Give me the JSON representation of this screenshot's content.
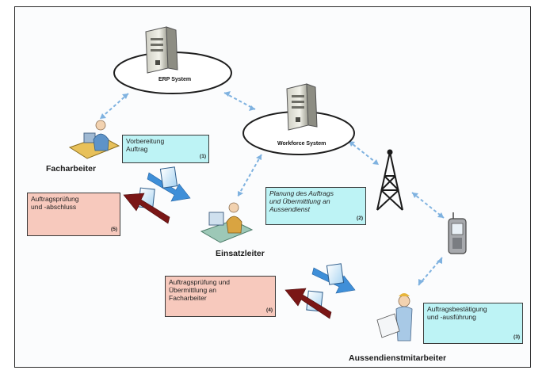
{
  "systems": {
    "erp": "ERP System",
    "workforce": "Workforce System"
  },
  "roles": {
    "facharbeiter": "Facharbeiter",
    "einsatzleiter": "Einsatzleiter",
    "aussendienst": "Aussendienstmitarbeiter"
  },
  "boxes": {
    "vorbereitung": {
      "text": "Vorbereitung\nAuftrag",
      "step": "(1)"
    },
    "planung": {
      "text": "Planung des Auftrags\nund Übermittlung an\nAussendienst",
      "step": "(2)"
    },
    "bestaetigung": {
      "text": "Auftragsbestätigung\nund -ausführung",
      "step": "(3)"
    },
    "pruefung_einsatz": {
      "text": "Auftragsprüfung und\nÜbermittlung an\nFacharbeiter",
      "step": "(4)"
    },
    "pruefung_fach": {
      "text": "Auftragsprüfung\nund -abschluss",
      "step": "(5)"
    }
  },
  "colors": {
    "info_box": "#bdf3f5",
    "review_box": "#f7c9bd",
    "forward_arrow": "#3f8fd8",
    "return_arrow": "#7a1616",
    "connector": "#7fb2e0"
  }
}
